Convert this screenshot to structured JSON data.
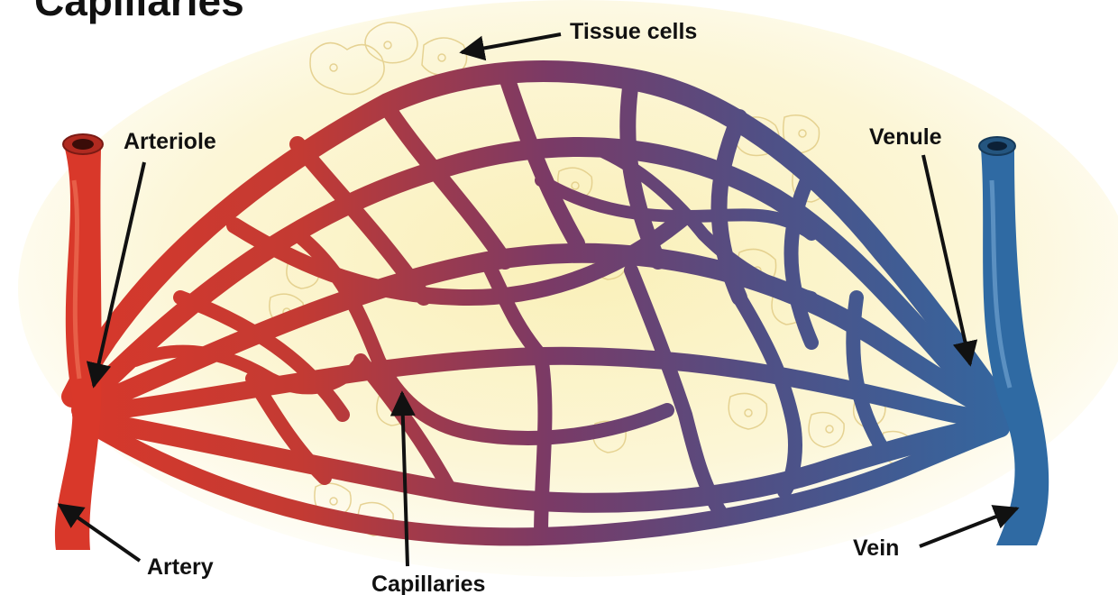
{
  "title": "Capillaries",
  "labels": {
    "tissue_cells": "Tissue cells",
    "arteriole": "Arteriole",
    "venule": "Venule",
    "artery": "Artery",
    "vein": "Vein",
    "capillaries": "Capillaries"
  },
  "colors": {
    "artery": "#d9382a",
    "mid": "#7a3a66",
    "vein": "#2f6aa3",
    "background_glow": "#fbf3c4",
    "cells": "#e2cc86",
    "text": "#111111"
  }
}
